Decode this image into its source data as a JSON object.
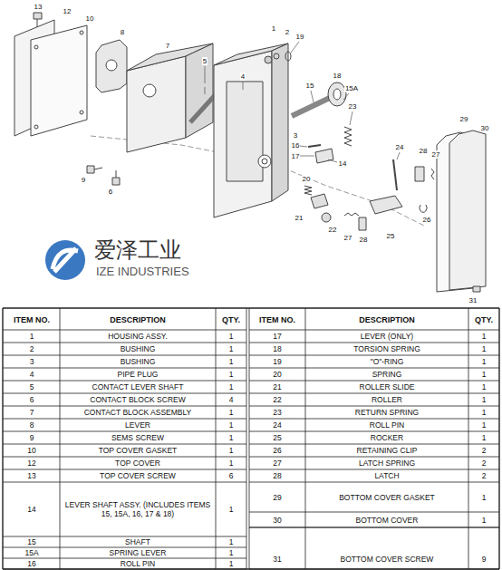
{
  "diagram": {
    "labels": [
      "13",
      "12",
      "10",
      "8",
      "7",
      "5",
      "4",
      "1",
      "2",
      "19",
      "3",
      "18",
      "15A",
      "15",
      "23",
      "16",
      "17",
      "14",
      "9",
      "6",
      "20",
      "24",
      "28",
      "27",
      "29",
      "30",
      "21",
      "22",
      "27",
      "28",
      "25",
      "26",
      "31",
      "爱泽工业",
      "IZE INDUSTRIES",
      "ITEM NO.",
      "DESCRIPTION",
      "QTY.",
      "ITEM NO.",
      "DESCRIPTION",
      "QTY.",
      "1",
      "HOUSING ASSY.",
      "1",
      "2",
      "BUSHING",
      "1",
      "3",
      "BUSHING",
      "1",
      "4",
      "PIPE PLUG",
      "1",
      "5",
      "CONTACT LEVER SHAFT",
      "1",
      "6",
      "CONTACT BLOCK SCREW",
      "4",
      "7",
      "CONTACT BLOCK ASSEMBLY",
      "1",
      "8",
      "LEVER",
      "1",
      "9",
      "SEMS SCREW",
      "1",
      "10",
      "TOP COVER GASKET",
      "1",
      "12",
      "TOP COVER",
      "1",
      "13",
      "TOP COVER SCREW",
      "6",
      "14",
      "LEVER SHAFT ASSY. (INCLUDES ITEMS 15, 15A, 16, 17 & 18)",
      "1",
      "15",
      "SHAFT",
      "1",
      "15A",
      "SPRING LEVER",
      "1",
      "16",
      "ROLL PIN",
      "1",
      "17",
      "LEVER (ONLY)",
      "1",
      "18",
      "TORSION SPRING",
      "1",
      "19",
      "\"O\"-RING",
      "1",
      "20",
      "SPRING",
      "1",
      "21",
      "ROLLER SLIDE",
      "1",
      "22",
      "ROLLER",
      "1",
      "23",
      "RETURN SPRING",
      "1",
      "24",
      "ROLL PIN",
      "1",
      "25",
      "ROCKER",
      "1",
      "26",
      "RETAINING CLIP",
      "2",
      "27",
      "LATCH SPRING",
      "2",
      "28",
      "LATCH",
      "2",
      "29",
      "BOTTOM COVER GASKET",
      "1",
      "30",
      "BOTTOM COVER",
      "1",
      "31",
      "BOTTOM COVER SCREW",
      "9"
    ]
  }
}
